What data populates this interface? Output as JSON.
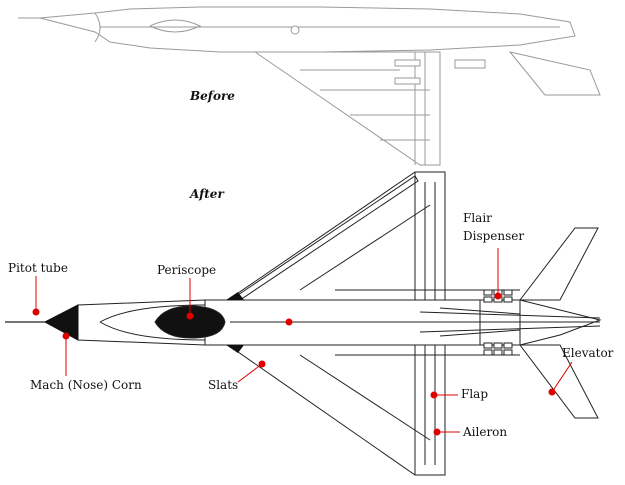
{
  "headings": {
    "before": "Before",
    "after": "After"
  },
  "labels": {
    "pitot_tube": "Pitot tube",
    "periscope": "Periscope",
    "flair_dispenser_line1": "Flair",
    "flair_dispenser_line2": "Dispenser",
    "elevator": "Elevator",
    "mach_nose_corn": "Mach (Nose) Corn",
    "slats": "Slats",
    "flap": "Flap",
    "aileron": "Aileron"
  },
  "colors": {
    "line_before": "#9a9a9a",
    "line_after": "#222222",
    "marker": "#e00000",
    "fill_dark": "#111111"
  }
}
